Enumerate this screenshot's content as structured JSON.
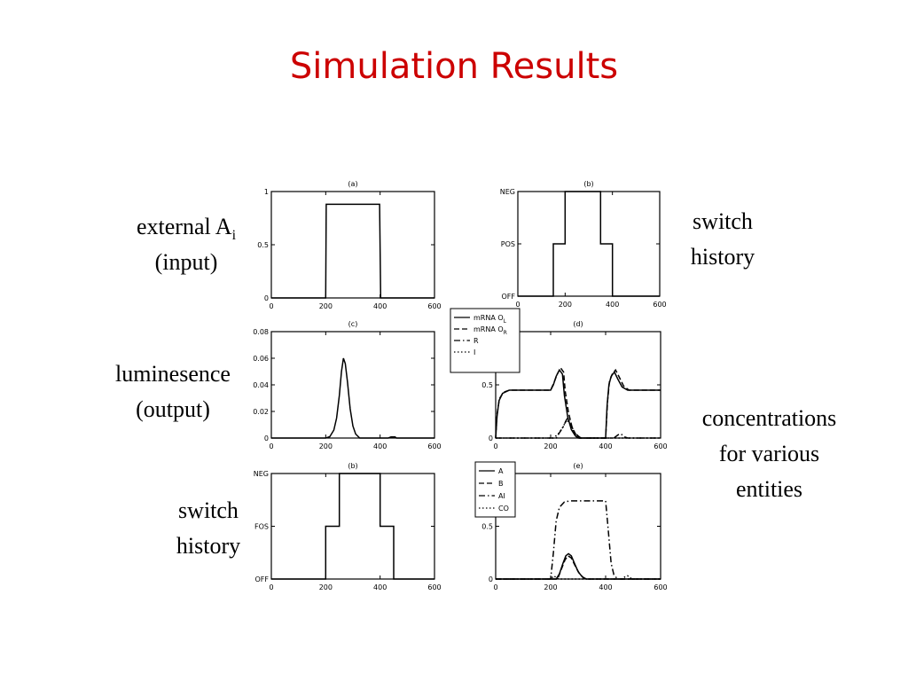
{
  "slide": {
    "title": "Simulation Results"
  },
  "labels": {
    "external_main": "external A",
    "external_sub": "i",
    "external_input": "(input)",
    "switch_top_1": "switch",
    "switch_top_2": "history",
    "lum_1": "luminesence",
    "lum_2": "(output)",
    "conc_1": "concentrations",
    "conc_2": "for various",
    "conc_3": "entities",
    "switch_bottom_1": "switch",
    "switch_bottom_2": "history"
  },
  "chart_data": [
    {
      "id": "a",
      "title": "(a)",
      "type": "line",
      "xlim": [
        0,
        600
      ],
      "ylim": [
        0,
        1
      ],
      "xticks": [
        0,
        200,
        400,
        600
      ],
      "yticks": [
        0,
        0.5,
        1
      ],
      "ytick_labels": [
        "0",
        "0.5",
        "1"
      ],
      "series": [
        {
          "style": "solid",
          "points": [
            [
              0,
              0
            ],
            [
              200,
              0
            ],
            [
              202,
              0.88
            ],
            [
              398,
              0.88
            ],
            [
              402,
              0
            ],
            [
              600,
              0
            ]
          ]
        }
      ]
    },
    {
      "id": "b1",
      "title": "(b)",
      "type": "line",
      "xlim": [
        0,
        600
      ],
      "ylim": [
        0,
        2
      ],
      "xticks": [
        0,
        200,
        400,
        600
      ],
      "yticks": [
        0,
        1,
        2
      ],
      "ytick_labels": [
        "OFF",
        "POS",
        "NEG"
      ],
      "series": [
        {
          "style": "solid",
          "points": [
            [
              0,
              0
            ],
            [
              150,
              0
            ],
            [
              150,
              1
            ],
            [
              200,
              1
            ],
            [
              200,
              2
            ],
            [
              350,
              2
            ],
            [
              350,
              1
            ],
            [
              400,
              1
            ],
            [
              400,
              0
            ],
            [
              600,
              0
            ]
          ]
        }
      ]
    },
    {
      "id": "c",
      "title": "(c)",
      "type": "line",
      "xlim": [
        0,
        600
      ],
      "ylim": [
        0,
        0.08
      ],
      "xticks": [
        0,
        200,
        400,
        600
      ],
      "yticks": [
        0,
        0.02,
        0.04,
        0.06,
        0.08
      ],
      "ytick_labels": [
        "0",
        "0.02",
        "0.04",
        "0.06",
        "0.08"
      ],
      "series": [
        {
          "style": "solid",
          "points": [
            [
              0,
              0
            ],
            [
              200,
              0
            ],
            [
              215,
              0.001
            ],
            [
              230,
              0.006
            ],
            [
              240,
              0.015
            ],
            [
              250,
              0.032
            ],
            [
              258,
              0.05
            ],
            [
              265,
              0.06
            ],
            [
              272,
              0.056
            ],
            [
              280,
              0.042
            ],
            [
              290,
              0.022
            ],
            [
              300,
              0.009
            ],
            [
              310,
              0.003
            ],
            [
              325,
              0
            ],
            [
              430,
              0
            ],
            [
              440,
              0.0008
            ],
            [
              455,
              0.0008
            ],
            [
              460,
              0
            ],
            [
              600,
              0
            ]
          ]
        }
      ]
    },
    {
      "id": "d",
      "title": "(d)",
      "type": "line",
      "xlim": [
        0,
        600
      ],
      "ylim": [
        0,
        1
      ],
      "xticks": [
        0,
        200,
        400,
        600
      ],
      "yticks": [
        0,
        0.5,
        1
      ],
      "ytick_labels": [
        "0",
        "0.5",
        "1"
      ],
      "legend": [
        "mRNA O",
        "mRNA O",
        "R",
        "I"
      ],
      "legend_sub": [
        "L",
        "R",
        "",
        ""
      ],
      "series": [
        {
          "style": "solid",
          "points": [
            [
              0,
              0
            ],
            [
              5,
              0.2
            ],
            [
              12,
              0.35
            ],
            [
              25,
              0.42
            ],
            [
              50,
              0.45
            ],
            [
              150,
              0.45
            ],
            [
              200,
              0.45
            ],
            [
              210,
              0.5
            ],
            [
              220,
              0.58
            ],
            [
              232,
              0.64
            ],
            [
              243,
              0.6
            ],
            [
              250,
              0.4
            ],
            [
              262,
              0.2
            ],
            [
              275,
              0.08
            ],
            [
              290,
              0.02
            ],
            [
              300,
              0
            ],
            [
              400,
              0
            ],
            [
              405,
              0.3
            ],
            [
              412,
              0.5
            ],
            [
              420,
              0.58
            ],
            [
              432,
              0.62
            ],
            [
              445,
              0.55
            ],
            [
              460,
              0.48
            ],
            [
              480,
              0.45
            ],
            [
              600,
              0.45
            ]
          ]
        },
        {
          "style": "dashed",
          "points": [
            [
              0,
              0
            ],
            [
              5,
              0.22
            ],
            [
              14,
              0.37
            ],
            [
              28,
              0.43
            ],
            [
              50,
              0.45
            ],
            [
              150,
              0.45
            ],
            [
              200,
              0.45
            ],
            [
              212,
              0.52
            ],
            [
              224,
              0.6
            ],
            [
              236,
              0.66
            ],
            [
              247,
              0.62
            ],
            [
              253,
              0.44
            ],
            [
              265,
              0.24
            ],
            [
              278,
              0.1
            ],
            [
              292,
              0.03
            ],
            [
              305,
              0
            ],
            [
              400,
              0
            ],
            [
              407,
              0.35
            ],
            [
              414,
              0.53
            ],
            [
              424,
              0.6
            ],
            [
              436,
              0.64
            ],
            [
              450,
              0.57
            ],
            [
              465,
              0.49
            ],
            [
              485,
              0.45
            ],
            [
              600,
              0.45
            ]
          ]
        },
        {
          "style": "dashdot",
          "points": [
            [
              0,
              0
            ],
            [
              220,
              0
            ],
            [
              232,
              0.05
            ],
            [
              245,
              0.1
            ],
            [
              255,
              0.16
            ],
            [
              262,
              0.19
            ],
            [
              272,
              0.14
            ],
            [
              285,
              0.06
            ],
            [
              300,
              0.02
            ],
            [
              310,
              0
            ],
            [
              430,
              0
            ],
            [
              445,
              0.03
            ],
            [
              455,
              0.04
            ],
            [
              470,
              0.01
            ],
            [
              480,
              0
            ],
            [
              600,
              0
            ]
          ]
        },
        {
          "style": "dotted",
          "points": [
            [
              0,
              0
            ],
            [
              210,
              0
            ],
            [
              228,
              0.04
            ],
            [
              242,
              0.09
            ],
            [
              252,
              0.14
            ],
            [
              260,
              0.17
            ],
            [
              270,
              0.13
            ],
            [
              282,
              0.06
            ],
            [
              295,
              0.02
            ],
            [
              305,
              0
            ],
            [
              600,
              0
            ]
          ]
        }
      ]
    },
    {
      "id": "b2",
      "title": "(b)",
      "type": "line",
      "xlim": [
        0,
        600
      ],
      "ylim": [
        0,
        2
      ],
      "xticks": [
        0,
        200,
        400,
        600
      ],
      "yticks": [
        0,
        1,
        2
      ],
      "ytick_labels": [
        "OFF",
        "FOS",
        "NEG"
      ],
      "series": [
        {
          "style": "solid",
          "points": [
            [
              0,
              0
            ],
            [
              200,
              0
            ],
            [
              200,
              1
            ],
            [
              250,
              1
            ],
            [
              250,
              2
            ],
            [
              400,
              2
            ],
            [
              400,
              1
            ],
            [
              450,
              1
            ],
            [
              450,
              0
            ],
            [
              600,
              0
            ]
          ]
        }
      ]
    },
    {
      "id": "e",
      "title": "(e)",
      "type": "line",
      "xlim": [
        0,
        600
      ],
      "ylim": [
        0,
        1
      ],
      "xticks": [
        0,
        200,
        400,
        600
      ],
      "yticks": [
        0,
        0.5,
        1
      ],
      "ytick_labels": [
        "0",
        "0.5",
        "1"
      ],
      "legend": [
        "A",
        "B",
        "AI",
        "CO"
      ],
      "legend_sub": [
        "",
        "",
        "",
        ""
      ],
      "series": [
        {
          "style": "solid",
          "points": [
            [
              0,
              0
            ],
            [
              220,
              0
            ],
            [
              232,
              0.05
            ],
            [
              245,
              0.15
            ],
            [
              255,
              0.22
            ],
            [
              265,
              0.24
            ],
            [
              275,
              0.22
            ],
            [
              288,
              0.14
            ],
            [
              300,
              0.07
            ],
            [
              315,
              0.02
            ],
            [
              330,
              0
            ],
            [
              600,
              0
            ]
          ]
        },
        {
          "style": "dashed",
          "points": [
            [
              0,
              0
            ],
            [
              225,
              0
            ],
            [
              240,
              0.1
            ],
            [
              252,
              0.18
            ],
            [
              263,
              0.22
            ],
            [
              275,
              0.2
            ],
            [
              290,
              0.12
            ],
            [
              305,
              0.05
            ],
            [
              320,
              0.01
            ],
            [
              335,
              0
            ],
            [
              600,
              0
            ]
          ]
        },
        {
          "style": "dashdot",
          "points": [
            [
              0,
              0
            ],
            [
              200,
              0
            ],
            [
              210,
              0.25
            ],
            [
              220,
              0.55
            ],
            [
              232,
              0.68
            ],
            [
              250,
              0.73
            ],
            [
              270,
              0.74
            ],
            [
              400,
              0.74
            ],
            [
              410,
              0.45
            ],
            [
              420,
              0.15
            ],
            [
              430,
              0.04
            ],
            [
              440,
              0.01
            ],
            [
              450,
              0
            ],
            [
              600,
              0
            ]
          ]
        },
        {
          "style": "dotted",
          "points": [
            [
              0,
              0
            ],
            [
              200,
              0
            ],
            [
              212,
              0.03
            ],
            [
              222,
              0.01
            ],
            [
              230,
              0
            ],
            [
              460,
              0
            ],
            [
              470,
              0.02
            ],
            [
              480,
              0.03
            ],
            [
              490,
              0.01
            ],
            [
              500,
              0
            ],
            [
              600,
              0
            ]
          ]
        }
      ]
    }
  ]
}
